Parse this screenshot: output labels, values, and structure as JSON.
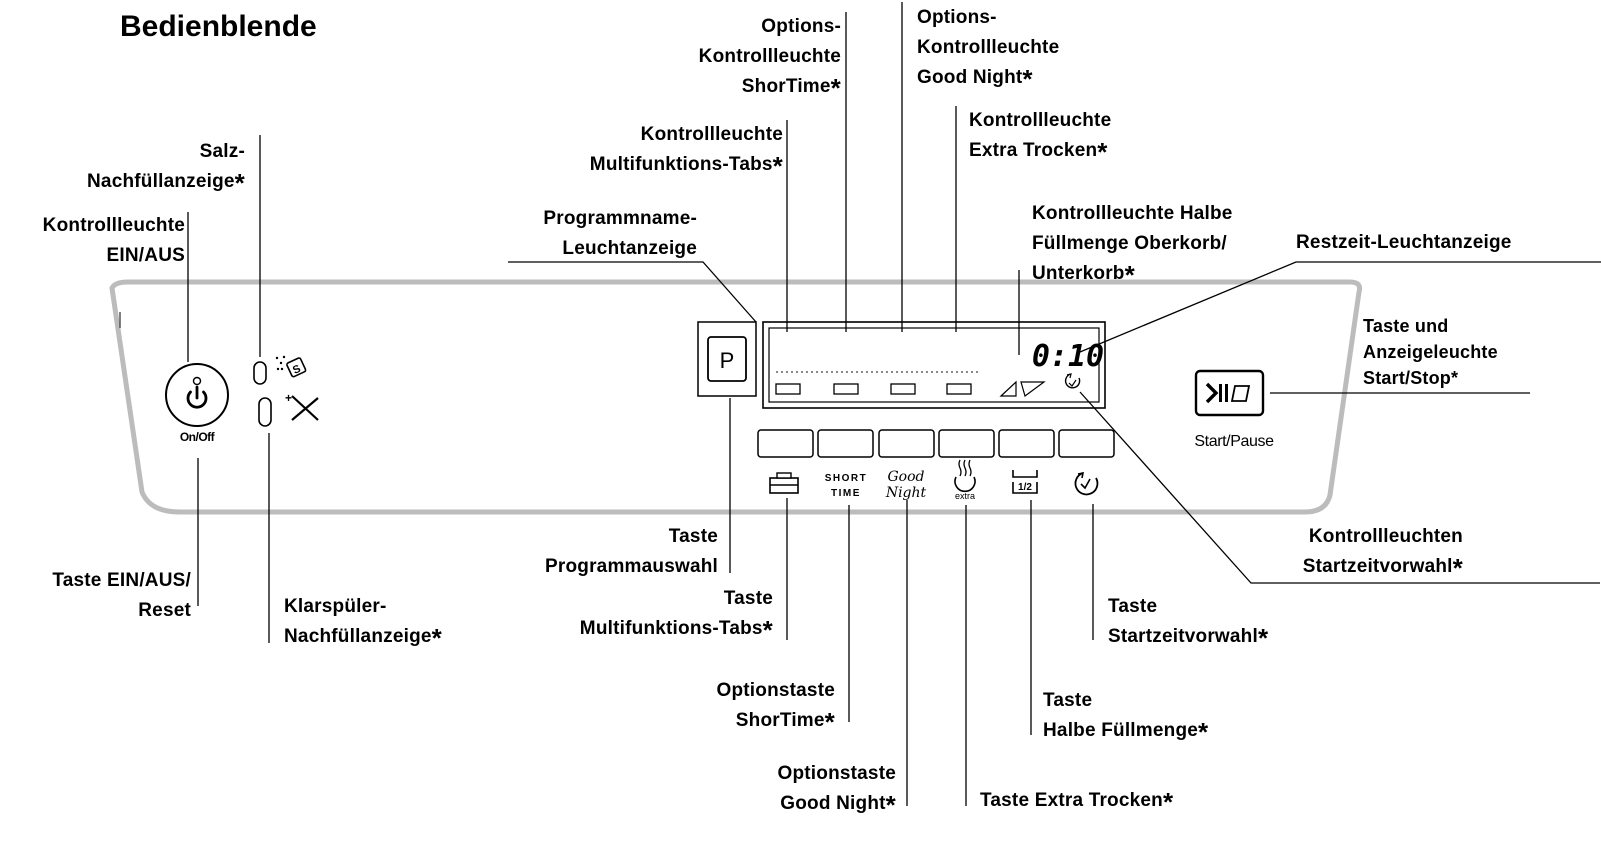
{
  "title": "Bedienblende",
  "labels": {
    "kontroll_ein_aus": "Kontrollleuchte\nEIN/AUS",
    "salz": "Salz-\nNachfüllanzeige",
    "taste_ein_aus": "Taste EIN/AUS/\nReset",
    "klarspueler": "Klarspüler-\nNachfüllanzeige",
    "programmname": "Programmname-\nLeuchtanzeige",
    "multitabs_leuchte": "Kontrollleuchte\nMultifunktions-Tabs",
    "shortime_leuchte": "Options-\nKontrollleuchte\nShorTime",
    "goodnight_leuchte": "Options-\nKontrollleuchte\nGood Night",
    "extra_leuchte": "Kontrollleuchte\nExtra Trocken",
    "halbe_leuchte": "Kontrollleuchte Halbe\nFüllmenge Oberkorb/\nUnterkorb",
    "restzeit": "Restzeit-Leuchtanzeige",
    "start_stop": "Taste und\nAnzeigeleuchte\nStart/Stop",
    "startzeit_leuchten": "Kontrollleuchten\nStartzeitvorwahl",
    "taste_programm": "Taste\nProgrammauswahl",
    "taste_multitabs": "Taste\nMultifunktions-Tabs",
    "optionstaste_shortime": "Optionstaste\nShorTime",
    "optionstaste_goodnight": "Optionstaste\nGood Night",
    "taste_extra": "Taste Extra Trocken",
    "taste_halbe": "Taste\nHalbe Füllmenge",
    "taste_startzeit": "Taste\nStartzeitvorwahl"
  },
  "panel": {
    "onoff_label": "On/Off",
    "program_button": "P",
    "display_time": "0:10",
    "start_pause_label": "Start/Pause",
    "shorttime_icon_top": "SHORT",
    "shorttime_icon_bottom": "TIME",
    "goodnight_icon_top": "Good",
    "goodnight_icon_bottom": "Night",
    "extra_icon_label": "extra",
    "half_icon_label": "1/2",
    "asterisk": "*"
  }
}
